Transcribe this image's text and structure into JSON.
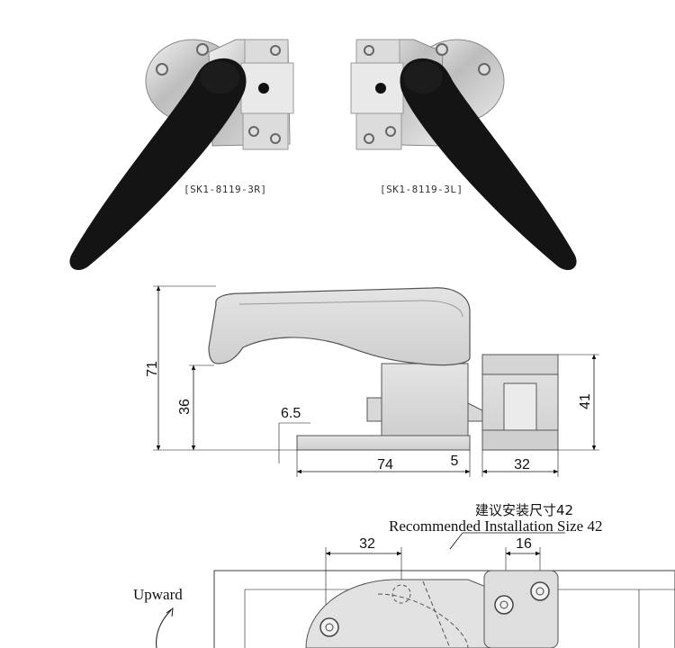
{
  "products": {
    "right": {
      "caption": "[SK1-8119-3R]"
    },
    "left": {
      "caption": "[SK1-8119-3L]"
    }
  },
  "side_view": {
    "dim_height_total": "71",
    "dim_height_lower": "36",
    "dim_offset": "6.5",
    "dim_base_length": "74",
    "dim_gap": "5",
    "dim_keeper_width": "32",
    "dim_keeper_height": "41"
  },
  "install": {
    "title_cn": "建议安装尺寸42",
    "title_en": "Recommended Installation Size 42",
    "dim_left": "32",
    "dim_right": "16",
    "direction_label": "Upward"
  }
}
